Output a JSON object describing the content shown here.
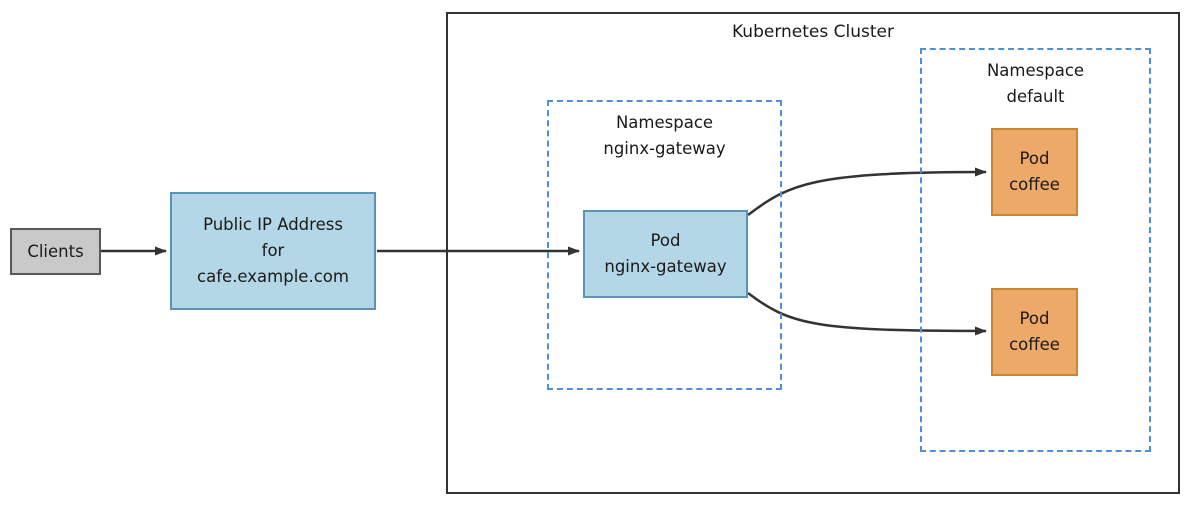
{
  "diagram": {
    "clients_label": "Clients",
    "public_ip_label": "Public IP Address\nfor\ncafe.example.com",
    "cluster_title": "Kubernetes Cluster",
    "ns_gateway_title": "Namespace\nnginx-gateway",
    "pod_gateway_label": "Pod\nnginx-gateway",
    "ns_default_title": "Namespace\ndefault",
    "pod_coffee_top_label": "Pod\ncoffee",
    "pod_coffee_bottom_label": "Pod\ncoffee"
  },
  "colors": {
    "box_blue_fill": "#b4d7e7",
    "box_blue_border": "#5b95b5",
    "box_orange_fill": "#eda968",
    "box_orange_border": "#c8862f",
    "box_gray_fill": "#c9c9c9",
    "box_gray_border": "#595959",
    "namespace_border": "#4d90d9",
    "cluster_border": "#333333",
    "arrow": "#333333"
  }
}
